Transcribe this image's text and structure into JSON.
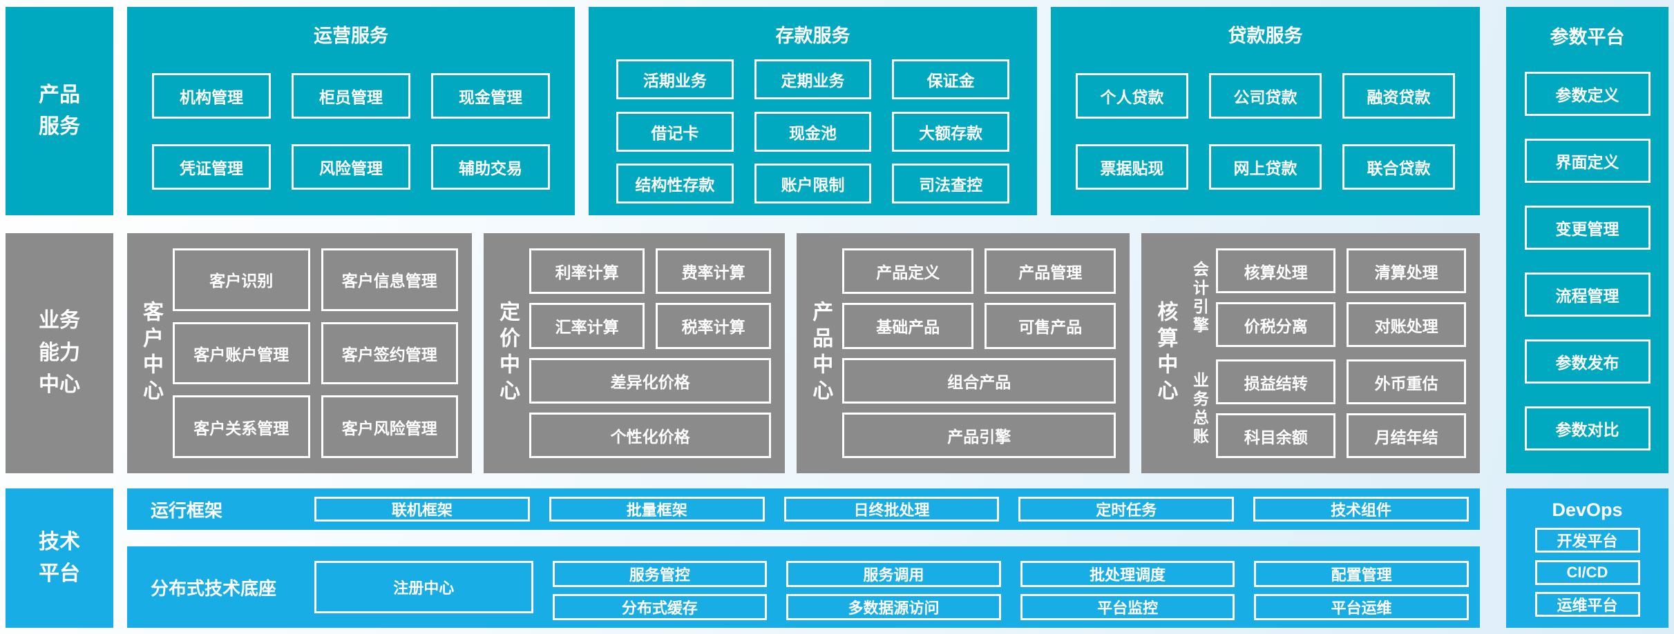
{
  "colors": {
    "teal": "#00A8C0",
    "gray": "#8B8B8B",
    "blue": "#19ADE6",
    "white": "#FFFFFF"
  },
  "left_rail": {
    "product_services": "产品服务",
    "business_capability": "业务能力中心",
    "tech_platform": "技术平台"
  },
  "top_sections": [
    {
      "title": "运营服务",
      "items": [
        "机构管理",
        "柜员管理",
        "现金管理",
        "凭证管理",
        "风险管理",
        "辅助交易"
      ]
    },
    {
      "title": "存款服务",
      "items": [
        "活期业务",
        "定期业务",
        "保证金",
        "借记卡",
        "现金池",
        "大额存款",
        "结构性存款",
        "账户限制",
        "司法查控"
      ]
    },
    {
      "title": "贷款服务",
      "items": [
        "个人贷款",
        "公司贷款",
        "融资贷款",
        "票据贴现",
        "网上贷款",
        "联合贷款"
      ]
    }
  ],
  "param_platform": {
    "title": "参数平台",
    "items": [
      "参数定义",
      "界面定义",
      "变更管理",
      "流程管理",
      "参数发布",
      "参数对比"
    ]
  },
  "capability_sections": [
    {
      "label": "客户中心",
      "items": [
        "客户识别",
        "客户信息管理",
        "客户账户管理",
        "客户签约管理",
        "客户关系管理",
        "客户风险管理"
      ]
    },
    {
      "label": "定价中心",
      "items": [
        "利率计算",
        "费率计算",
        "汇率计算",
        "税率计算"
      ],
      "wide_items": [
        "差异化价格",
        "个性化价格"
      ]
    },
    {
      "label": "产品中心",
      "items": [
        "产品定义",
        "产品管理",
        "基础产品",
        "可售产品"
      ],
      "wide_items": [
        "组合产品",
        "产品引擎"
      ]
    },
    {
      "label": "核算中心",
      "groups": [
        {
          "label": "会计引擎",
          "items": [
            "核算处理",
            "清算处理",
            "价税分离",
            "对账处理"
          ]
        },
        {
          "label": "业务总账",
          "items": [
            "损益结转",
            "外币重估",
            "科目余额",
            "月结年结"
          ]
        }
      ]
    }
  ],
  "runtime_row": {
    "label": "运行框架",
    "items": [
      "联机框架",
      "批量框架",
      "日终批处理",
      "定时任务",
      "技术组件"
    ]
  },
  "distributed_row": {
    "label": "分布式技术底座",
    "tall_item": "注册中心",
    "pairs": [
      [
        "服务管控",
        "分布式缓存"
      ],
      [
        "服务调用",
        "多数据源访问"
      ],
      [
        "批处理调度",
        "平台监控"
      ],
      [
        "配置管理",
        "平台运维"
      ]
    ]
  },
  "devops": {
    "title": "DevOps",
    "items": [
      "开发平台",
      "CI/CD",
      "运维平台"
    ]
  }
}
